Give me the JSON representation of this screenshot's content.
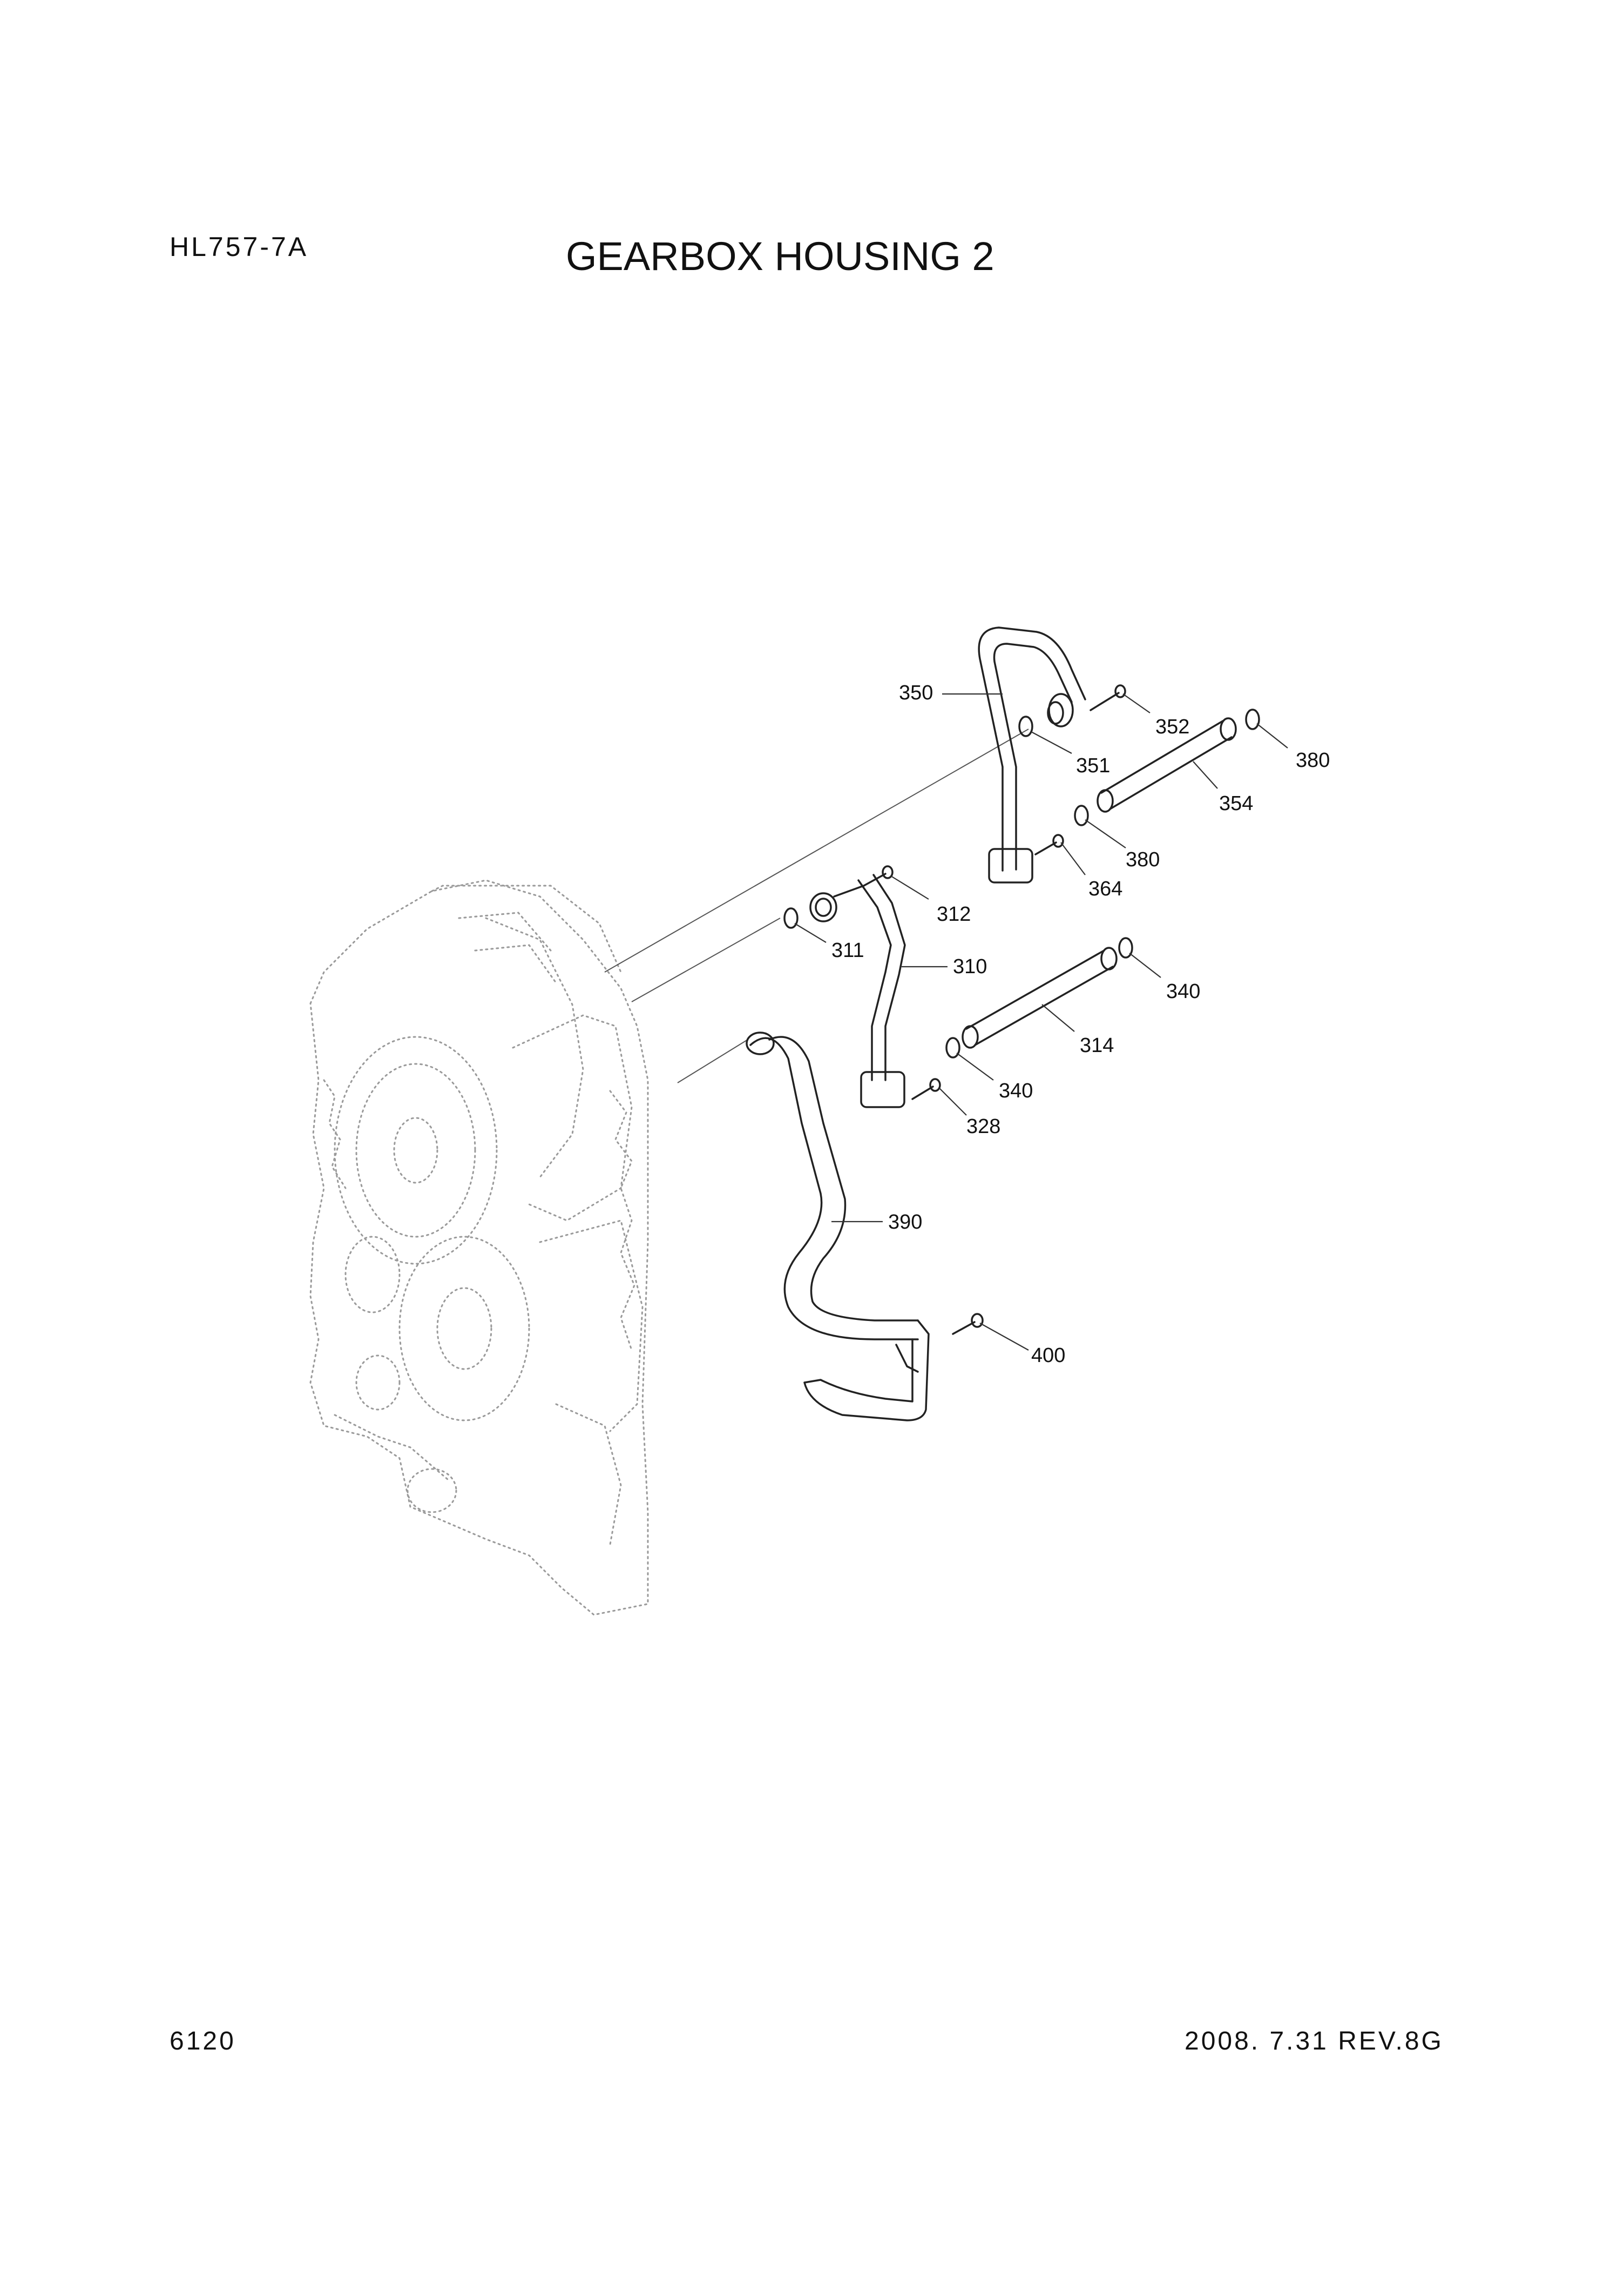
{
  "header": {
    "model": "HL757-7A",
    "title": "GEARBOX HOUSING 2"
  },
  "footer": {
    "page_number": "6120",
    "revision": "2008. 7.31  REV.8G"
  },
  "callouts": {
    "p350": "350",
    "p352": "352",
    "p380a": "380",
    "p351": "351",
    "p354": "354",
    "p380b": "380",
    "p364": "364",
    "p312": "312",
    "p311": "311",
    "p310": "310",
    "p340a": "340",
    "p314": "314",
    "p340b": "340",
    "p328": "328",
    "p390": "390",
    "p400": "400"
  }
}
